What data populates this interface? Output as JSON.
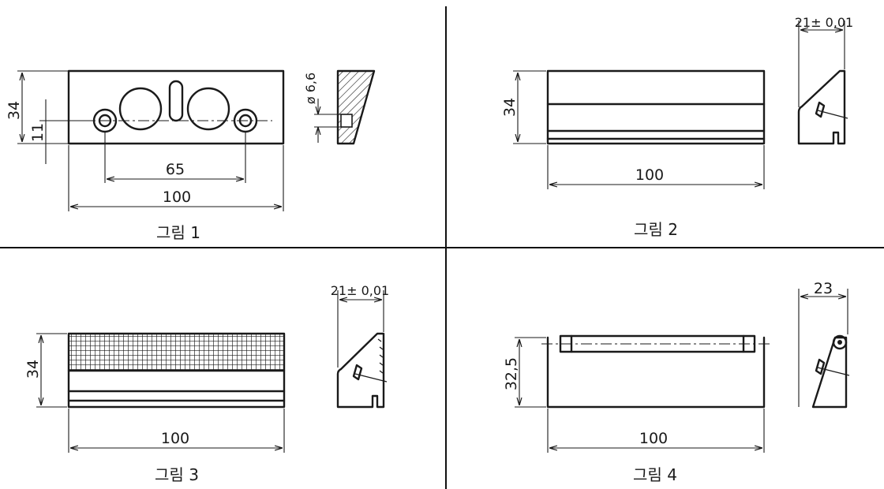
{
  "figures": [
    {
      "caption": "그림 1",
      "front": {
        "height_label": "34",
        "hole_offset_label": "11",
        "hole_spacing_label": "65",
        "width_label": "100"
      },
      "side": {
        "hole_dia_label": "ø 6,6"
      }
    },
    {
      "caption": "그림 2",
      "front": {
        "height_label": "34",
        "width_label": "100"
      },
      "side": {
        "depth_label": "21± 0,01"
      }
    },
    {
      "caption": "그림 3",
      "front": {
        "height_label": "34",
        "width_label": "100"
      },
      "side": {
        "depth_label": "21± 0,01"
      }
    },
    {
      "caption": "그림 4",
      "front": {
        "height_label": "32,5",
        "width_label": "100"
      },
      "side": {
        "depth_label": "23"
      }
    }
  ],
  "colors": {
    "line": "#1a1a1a",
    "background": "#ffffff"
  }
}
